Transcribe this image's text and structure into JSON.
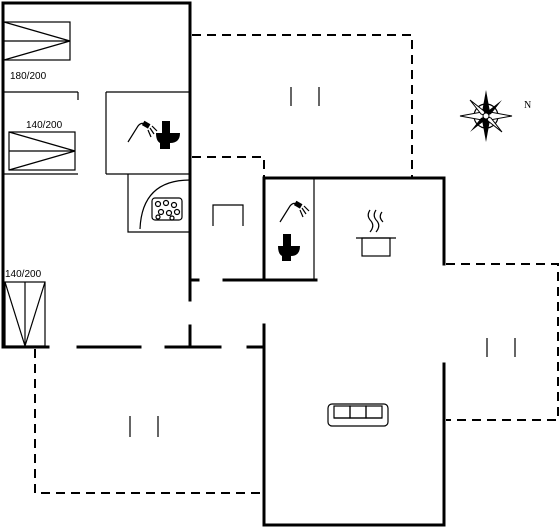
{
  "beds": [
    {
      "label": "180/200"
    },
    {
      "label": "140/200"
    },
    {
      "label": "140/200"
    }
  ],
  "compass": {
    "north_label": "N"
  }
}
